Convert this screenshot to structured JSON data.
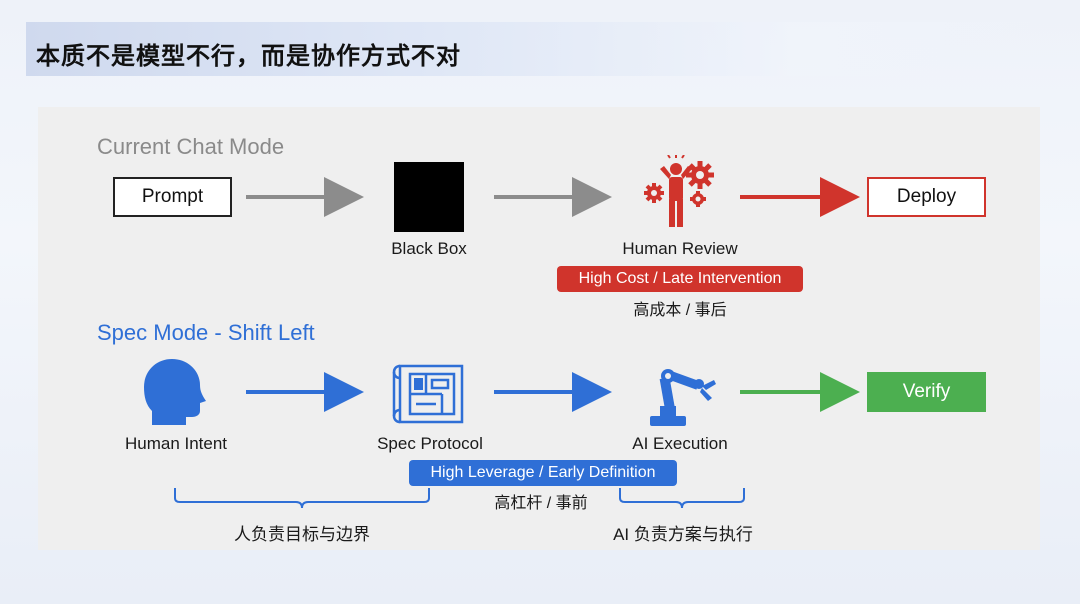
{
  "page_title": "本质不是模型不行，而是协作方式不对",
  "top_section": {
    "label": "Current Chat Mode",
    "prompt_label": "Prompt",
    "black_box_label": "Black Box",
    "human_review_label": "Human Review",
    "deploy_label": "Deploy",
    "badge": "High Cost / Late Intervention",
    "badge_sub": "高成本 / 事后"
  },
  "bottom_section": {
    "label": "Spec Mode - Shift Left",
    "human_intent_label": "Human Intent",
    "spec_protocol_label": "Spec Protocol",
    "ai_execution_label": "AI Execution",
    "verify_label": "Verify",
    "badge": "High Leverage / Early Definition",
    "badge_sub": "高杠杆 / 事前",
    "left_brace_caption": "人负责目标与边界",
    "right_brace_caption": "AI 负责方案与执行"
  },
  "colors": {
    "gray_text": "#8a8a8a",
    "blue": "#2f6fd6",
    "red": "#d0342c",
    "green": "#4caf50",
    "arrow_gray": "#8c8c8c"
  }
}
